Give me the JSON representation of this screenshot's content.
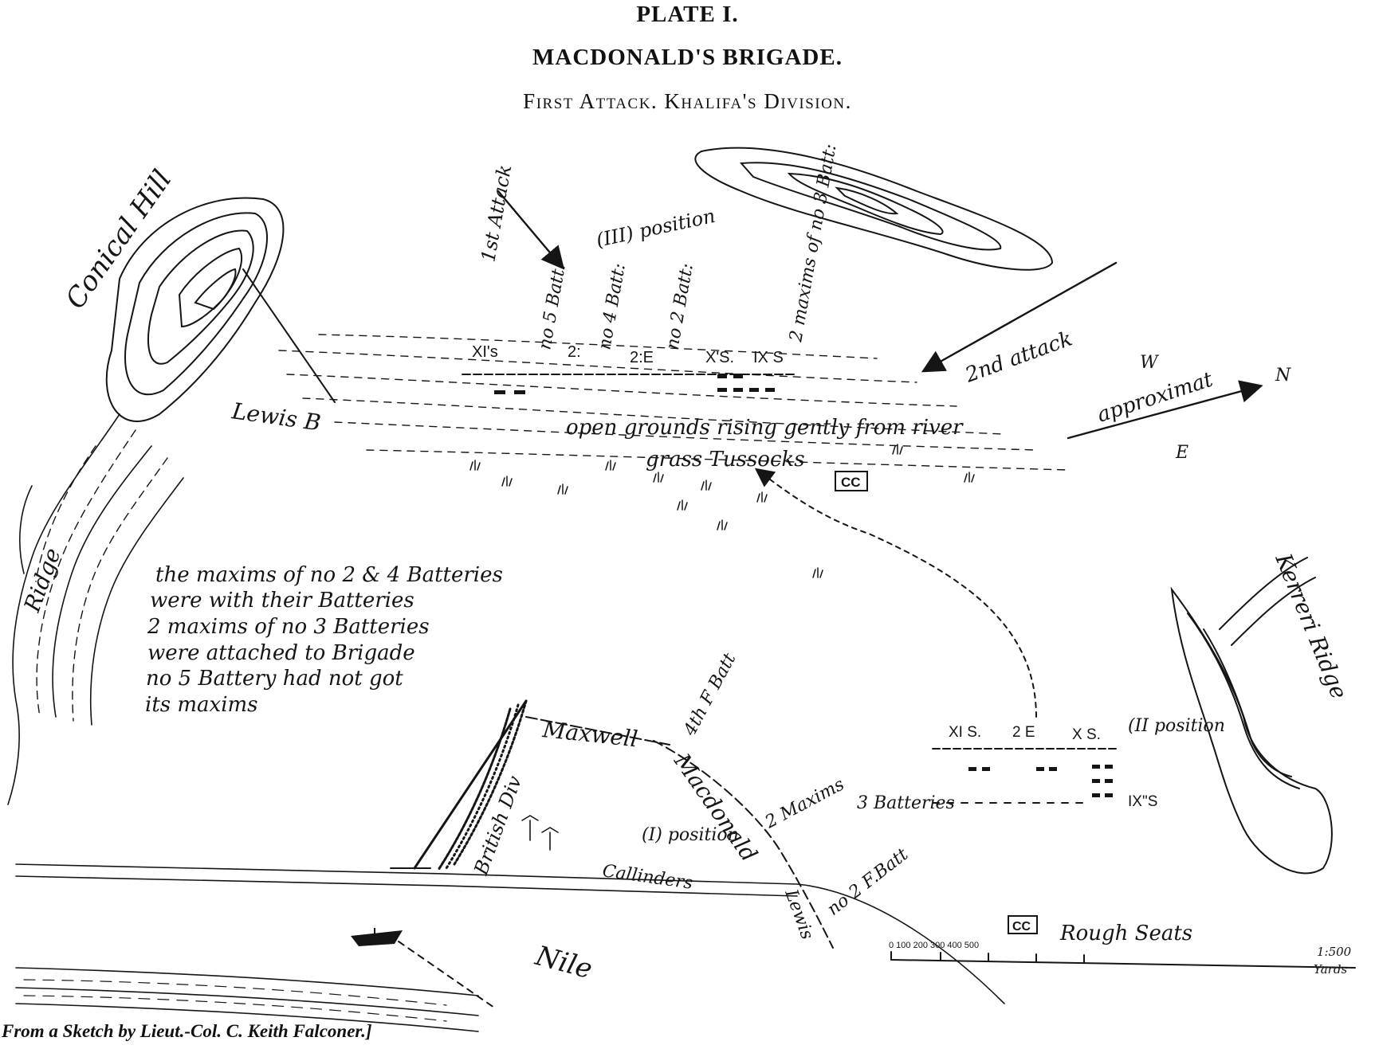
{
  "header": {
    "plate": "PLATE I.",
    "brigade": "MACDONALD'S BRIGADE.",
    "subtitle": "First Attack.   Khalifa's Division."
  },
  "credit": "From a Sketch by Lieut.-Col. C. Keith Falconer.]",
  "terrain": {
    "conical_hill": "Conical Hill",
    "ridge_left": "Ridge",
    "kerreri_ridge": "Kerreri Ridge",
    "nile": "Nile",
    "open_ground": "open grounds rising gently from river",
    "grass_tussocks": "grass Tussocks",
    "rough_seats": "Rough Seats",
    "british_div": "British Div",
    "callinders": "Callinders",
    "cc_marker": "CC"
  },
  "positions": {
    "third": "(III) position",
    "second": "(II position",
    "first": "(I) position"
  },
  "attacks": {
    "first": "1st Attack",
    "second": "2nd attack",
    "approx": "approximat"
  },
  "batteries_top": {
    "batt5": "no 5 Batt:",
    "batt4": "no 4 Batt:",
    "batt2": "no 2 Batt:",
    "maxims3": "2 maxims of no 3 Batt:",
    "u_xi": "XI's",
    "u_2e1": "2:",
    "u_2e2": "2:E",
    "u_x": "X'S.",
    "u_ix": "IX S"
  },
  "batteries_bottom": {
    "u_xi": "XI S.",
    "u_2e": "2 E",
    "u_x": "X S.",
    "u_ix": "IX\"S",
    "three_batteries": "3 Batteries",
    "two_maxims": "2 Maxims",
    "f_batt_4": "4th F Batt",
    "f_batt_2": "no 2 F.Batt"
  },
  "brigades": {
    "lewis_top": "Lewis B",
    "lewis_bottom": "Lewis",
    "maxwell": "Maxwell",
    "macdonald": "Macdonald"
  },
  "note_lines": [
    "the maxims of no 2 & 4 Batteries",
    "were with their Batteries",
    "2 maxims of no 3 Batteries",
    "were attached to Brigade",
    "no 5 Battery had not got",
    "its maxims"
  ],
  "scale": {
    "ticks": "0  100  200 300 400 500",
    "ratio": "1:500",
    "unit": "Yards"
  },
  "compass": {
    "w": "W",
    "n": "N",
    "e": "E"
  }
}
